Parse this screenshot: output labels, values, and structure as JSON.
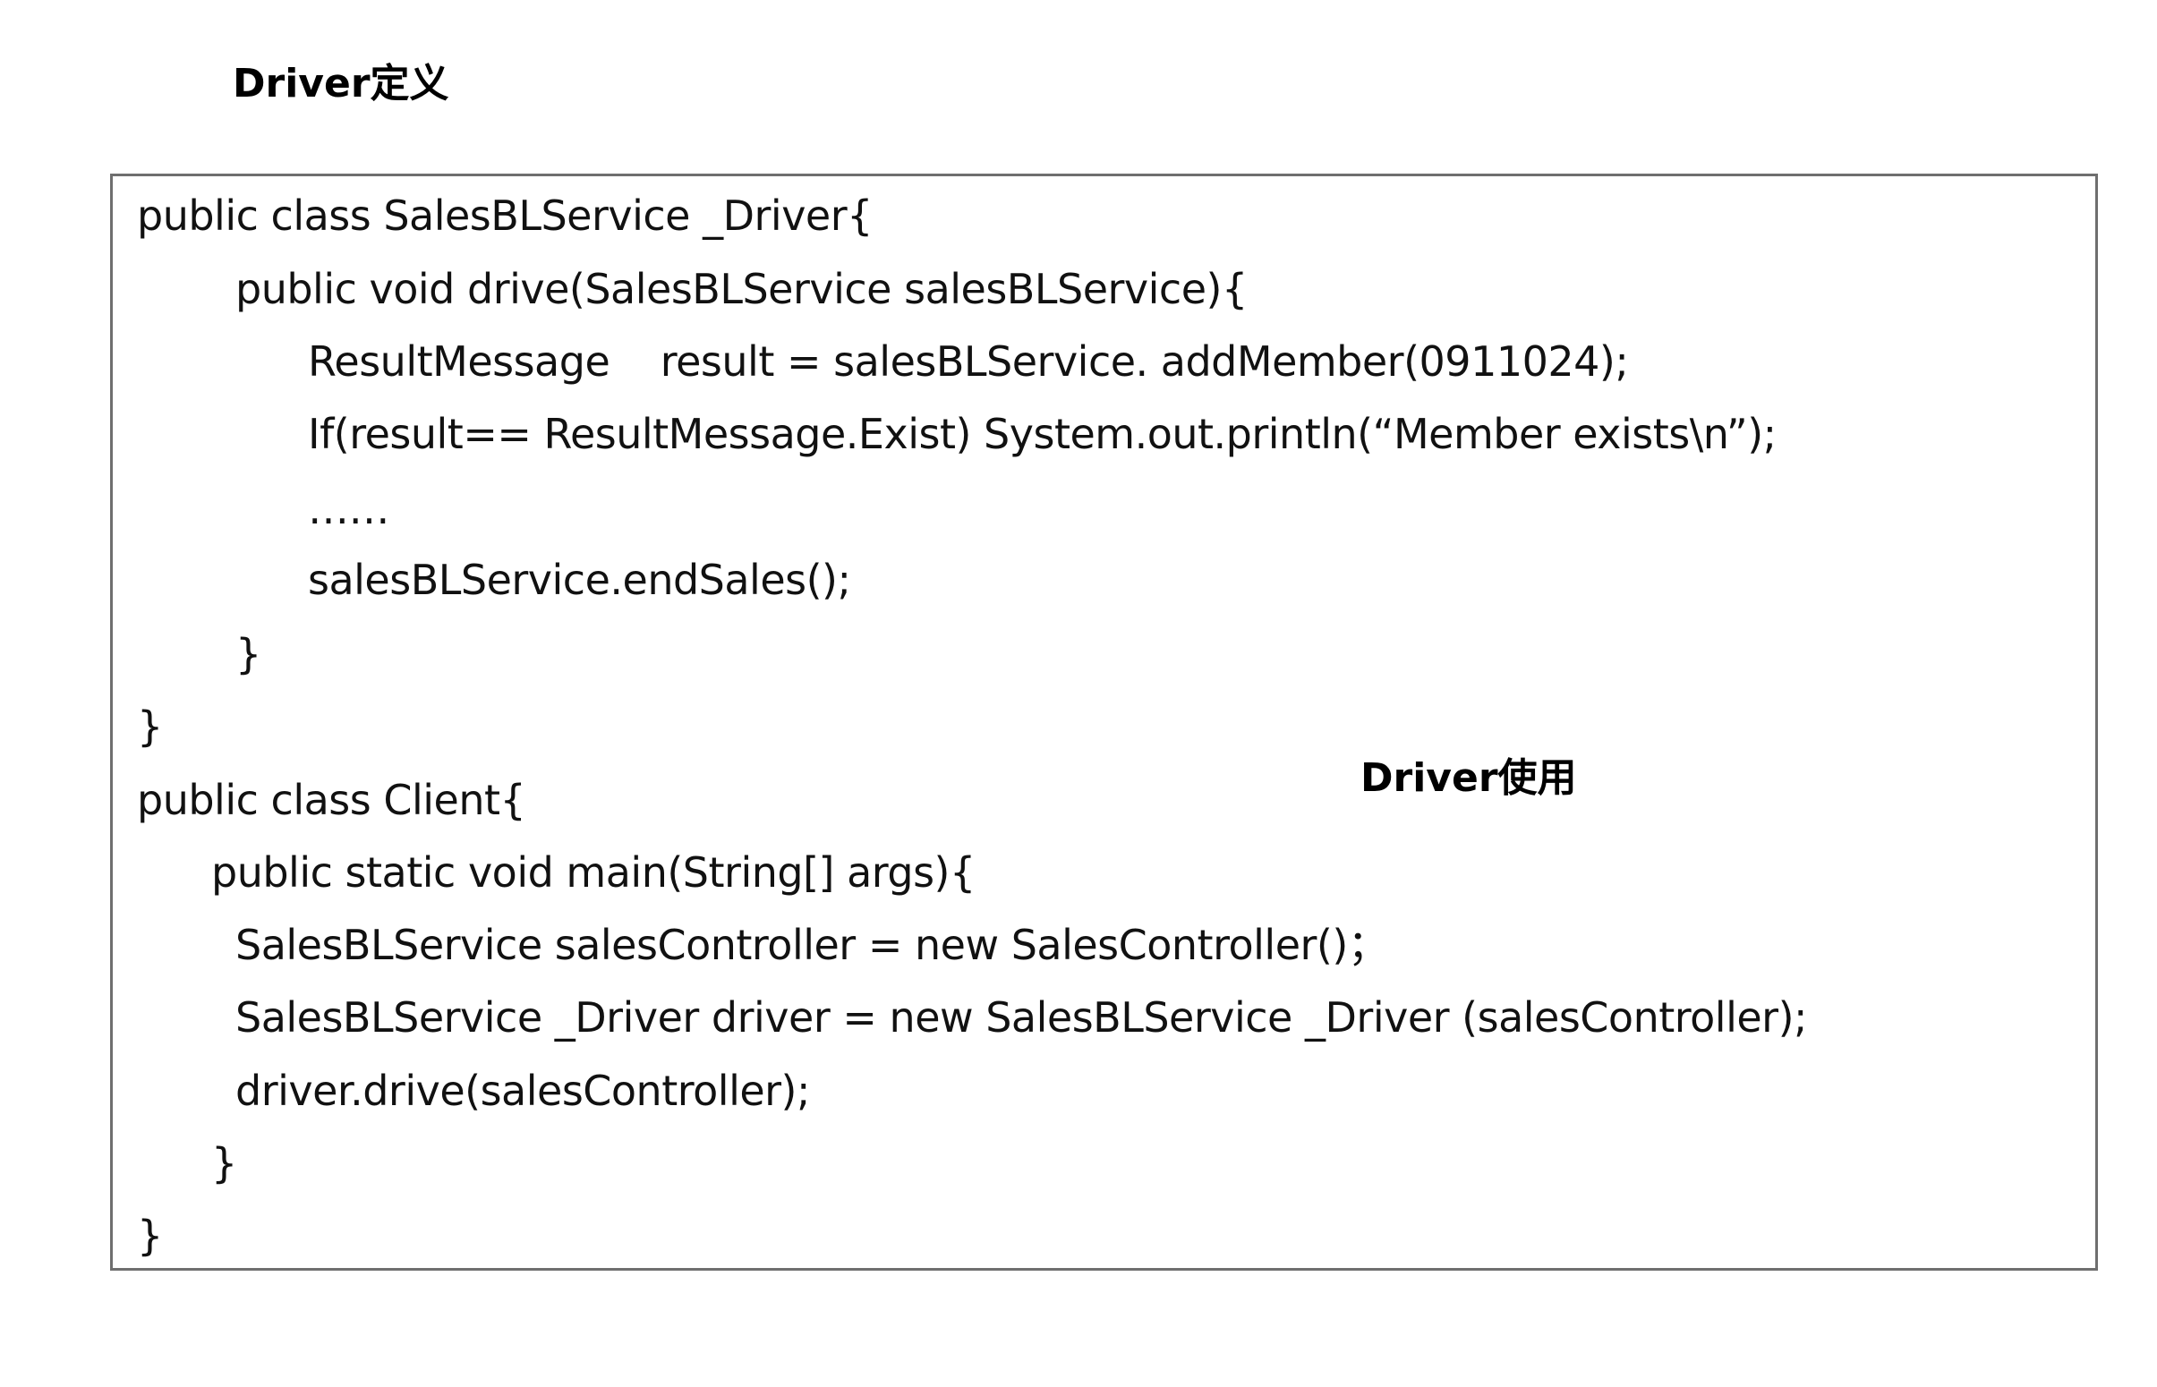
{
  "headings": {
    "definition": "Driver定义",
    "usage": "Driver使用"
  },
  "code": {
    "lines": [
      "public class SalesBLService _Driver{",
      "public void drive(SalesBLService salesBLService){",
      "ResultMessage    result = salesBLService. addMember(0911024);",
      "If(result== ResultMessage.Exist) System.out.println(“Member exists\\n”);",
      "……",
      "salesBLService.endSales();",
      "}",
      "}",
      "public class Client{",
      "public static void main(String[] args){",
      "SalesBLService salesController = new SalesController()；",
      "SalesBLService _Driver driver = new SalesBLService _Driver (salesController);",
      "driver.drive(salesController);",
      "}",
      "}"
    ]
  }
}
